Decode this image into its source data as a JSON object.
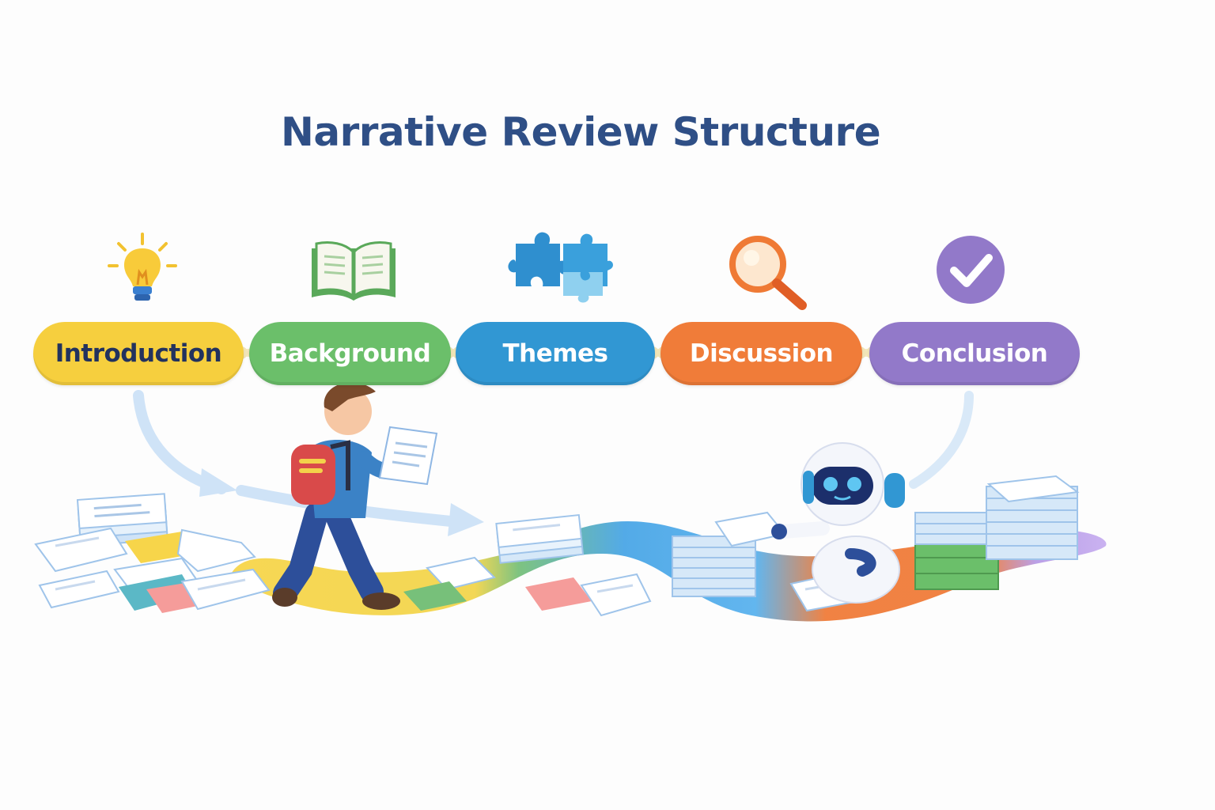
{
  "title": "Narrative Review Structure",
  "stages": [
    {
      "label": "Introduction",
      "icon": "lightbulb-icon",
      "color": "#f6cf3e",
      "text_color": "#22325e"
    },
    {
      "label": "Background",
      "icon": "open-book-icon",
      "color": "#6bbf6a",
      "text_color": "#ffffff"
    },
    {
      "label": "Themes",
      "icon": "puzzle-icon",
      "color": "#3197d3",
      "text_color": "#ffffff"
    },
    {
      "label": "Discussion",
      "icon": "magnifier-icon",
      "color": "#f07c39",
      "text_color": "#ffffff"
    },
    {
      "label": "Conclusion",
      "icon": "checkmark-icon",
      "color": "#9279c9",
      "text_color": "#ffffff"
    }
  ]
}
